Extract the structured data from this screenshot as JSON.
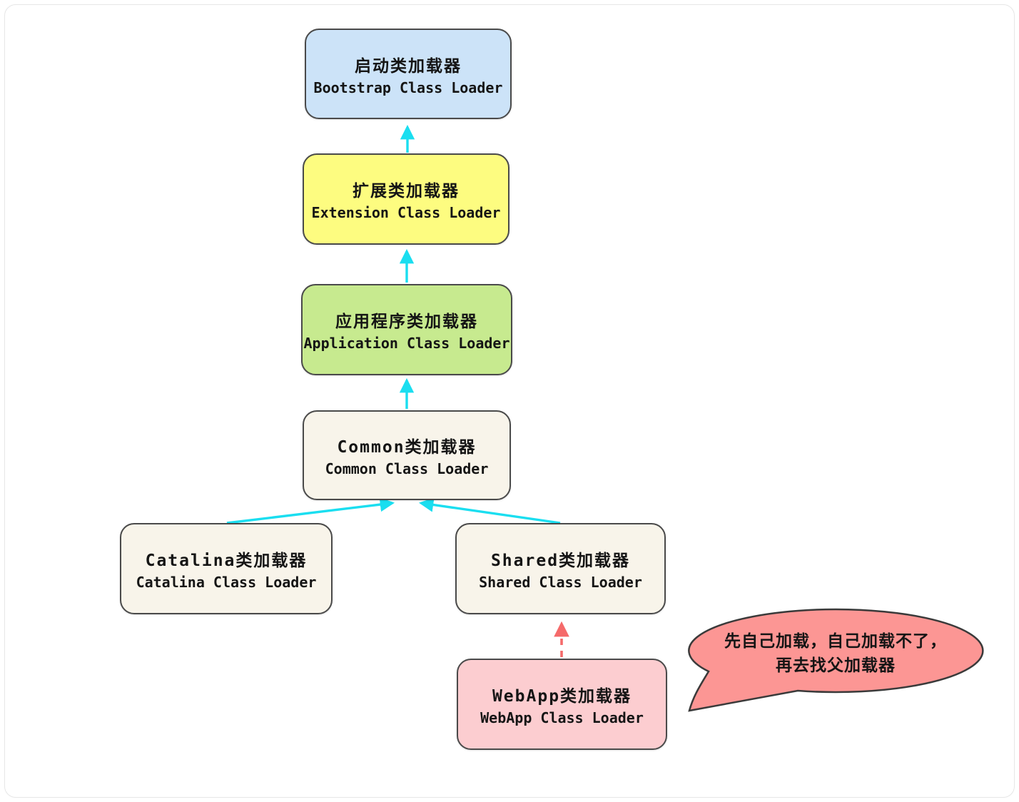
{
  "nodes": {
    "bootstrap": {
      "zh": "启动类加载器",
      "en": "Bootstrap Class Loader"
    },
    "extension": {
      "zh": "扩展类加载器",
      "en": "Extension Class Loader"
    },
    "application": {
      "zh": "应用程序类加载器",
      "en": "Application Class Loader"
    },
    "common": {
      "zh": "Common类加载器",
      "en": "Common Class Loader"
    },
    "catalina": {
      "zh": "Catalina类加载器",
      "en": "Catalina Class Loader"
    },
    "shared": {
      "zh": "Shared类加载器",
      "en": "Shared Class Loader"
    },
    "webapp": {
      "zh": "WebApp类加载器",
      "en": "WebApp Class Loader"
    }
  },
  "callout": {
    "line1": "先自己加载，自己加载不了，",
    "line2": "再去找父加载器"
  },
  "colors": {
    "bootstrap_fill": "#cce3f8",
    "extension_fill": "#fdfc80",
    "application_fill": "#c7ea8f",
    "neutral_fill": "#f8f4ea",
    "webapp_fill": "#fccdd0",
    "callout_fill": "#fc9694",
    "parent_arrow": "#1adef0",
    "delegate_arrow": "#f56a6a",
    "node_border": "#4a4a4a",
    "text": "#151515"
  }
}
